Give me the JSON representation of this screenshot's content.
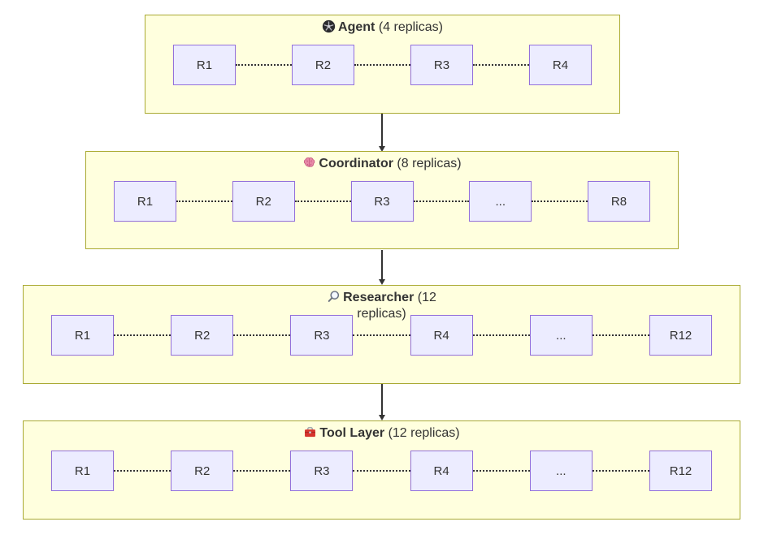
{
  "theme": {
    "canvas_bg": "#ffffff",
    "cluster_fill": "#ffffde",
    "cluster_border": "#aaaa33",
    "node_fill": "#ececff",
    "node_border": "#9370db",
    "edge_color": "#333333",
    "text_color": "#333333"
  },
  "clusters": [
    {
      "icon": "wheel-agent-icon",
      "name": "Agent",
      "replicas": "(4 replicas)",
      "nodes": [
        "R1",
        "R2",
        "R3",
        "R4"
      ]
    },
    {
      "icon": "brain-icon",
      "name": "Coordinator",
      "replicas": "(8 replicas)",
      "nodes": [
        "R1",
        "R2",
        "R3",
        "...",
        "R8"
      ]
    },
    {
      "icon": "magnifying-glass-icon",
      "name": "Researcher",
      "replicas": "(12 replicas)",
      "nodes": [
        "R1",
        "R2",
        "R3",
        "R4",
        "...",
        "R12"
      ]
    },
    {
      "icon": "toolbox-icon",
      "name": "Tool Layer",
      "replicas": "(12 replicas)",
      "nodes": [
        "R1",
        "R2",
        "R3",
        "R4",
        "...",
        "R12"
      ]
    }
  ]
}
